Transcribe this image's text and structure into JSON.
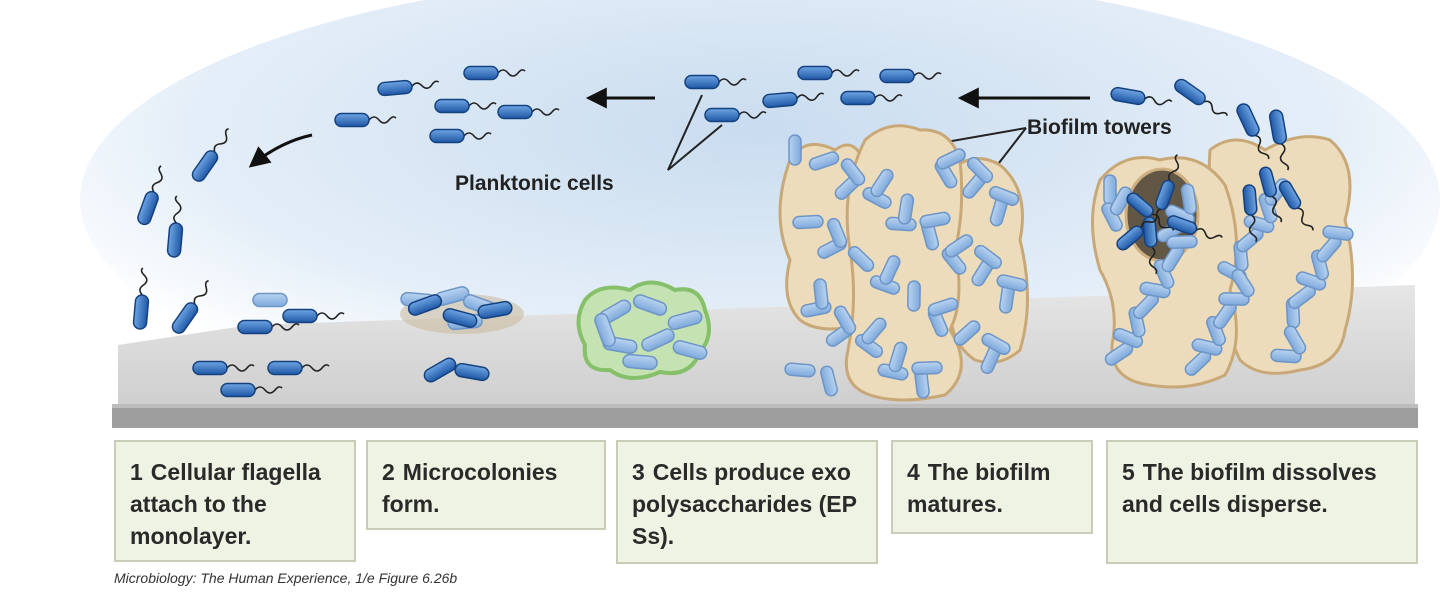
{
  "labels": {
    "planktonic_cells": "Planktonic cells",
    "biofilm_towers": "Biofilm towers"
  },
  "steps": [
    {
      "number": "1",
      "text": "Cellular flagella attach to the monolayer."
    },
    {
      "number": "2",
      "text": "Microcolonies form."
    },
    {
      "number": "3",
      "text": "Cells produce exopolysaccharides (EPSs)."
    },
    {
      "number": "4",
      "text": "The biofilm matures."
    },
    {
      "number": "5",
      "text": "The biofilm dissolves and cells disperse."
    }
  ],
  "caption": "Microbiology: The Human Experience, 1/e  Figure 6.26b",
  "colors": {
    "cell_fill": "#3d7dc8",
    "cell_pale": "#8fb6e4",
    "eps_green": "#9fcf86",
    "biofilm_tan": "#ead8b3",
    "surface_gray": "#b3b3b3",
    "box_fill": "#eff3e3"
  }
}
